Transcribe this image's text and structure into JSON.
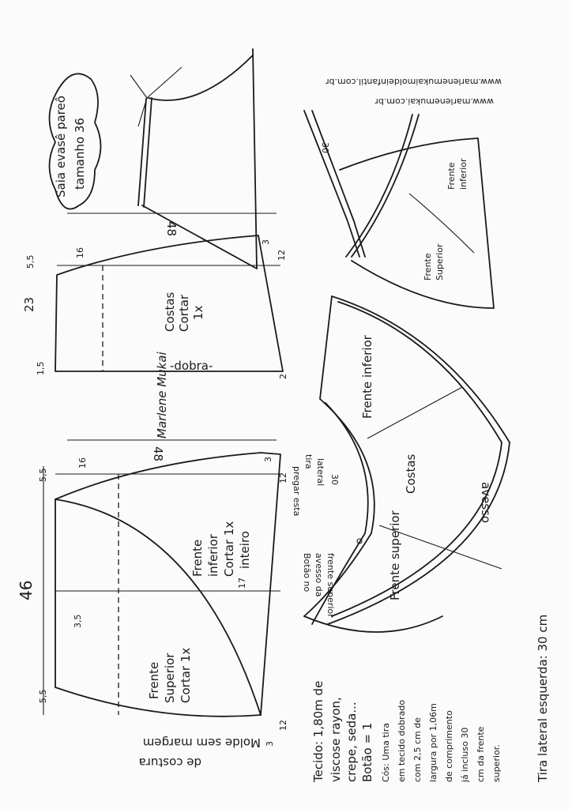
{
  "title": {
    "line1": "Saia evasê pareô",
    "line2": "tamanho 36"
  },
  "urls": [
    "www.marlenemukai.com.br",
    "www.marlenemukaimoldeinfantil.com.br"
  ],
  "signature": "Marlene Mukai",
  "costas_piece": {
    "label": [
      "Costas",
      "Cortar",
      "1x"
    ],
    "fold": "-dobra-",
    "dims": {
      "width": "48",
      "height": "23",
      "top_left": "5,5",
      "top_offset": "16",
      "top_right": "3",
      "right": "12",
      "bottom_left": "1,5",
      "bottom_right": "2"
    }
  },
  "front_piece": {
    "lower_label": [
      "Frente",
      "inferior",
      "Cortar 1x",
      "inteiro"
    ],
    "upper_label": [
      "Frente",
      "Superior",
      "Cortar 1x"
    ],
    "dims": {
      "width": "48",
      "height": "46",
      "top_left": "5,5",
      "top_offset": "16",
      "top_right": "3",
      "right_top": "12",
      "middle": "17",
      "left_mid": "3,5",
      "bottom_left": "5,5",
      "bottom_right": "3",
      "right_bottom": "12"
    }
  },
  "seam_note": [
    "Molde sem margem",
    "de costura"
  ],
  "assembled_view": {
    "labels": [
      "Frente inferior",
      "Costas",
      "avesso",
      "Frente superior"
    ],
    "button_note": [
      "Botão no",
      "avesso da",
      "frente superior"
    ],
    "tie_note": [
      "pregar esta",
      "tira",
      "lateral"
    ],
    "tie_length": "30"
  },
  "wrap_view": {
    "labels": [
      [
        "Frente",
        "inferior"
      ],
      [
        "Frente",
        "Superior"
      ]
    ],
    "tie_length": "30"
  },
  "notes": {
    "fabric": [
      "Tecido: 1,80m de",
      "viscose rayon,",
      "crepe, seda..."
    ],
    "button": "Botão = 1",
    "waistband": [
      "Cós: Uma tira",
      "em tecido dobrado",
      "com 2,5 cm de",
      "largura por 1,06m",
      "de comprimento",
      "já incluso 30",
      "cm da frente",
      "superior."
    ],
    "left_tie": "Tira lateral esquerda: 30 cm"
  }
}
